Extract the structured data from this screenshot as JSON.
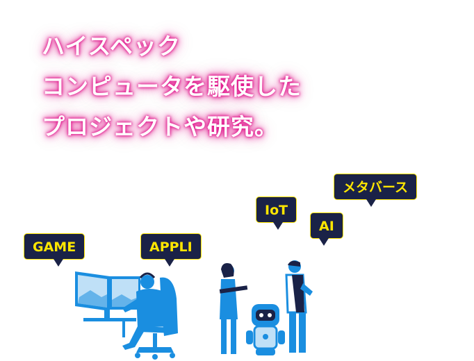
{
  "headline": {
    "lines": [
      "ハイスペック",
      "コンピュータを駆使した",
      "プロジェクトや研究。"
    ],
    "glow_color": "#e0168c"
  },
  "bubbles": [
    {
      "key": "game",
      "label": "GAME"
    },
    {
      "key": "appli",
      "label": "APPLI"
    },
    {
      "key": "iot",
      "label": "IoT"
    },
    {
      "key": "ai",
      "label": "AI"
    },
    {
      "key": "metaverse",
      "label": "メタバース"
    }
  ],
  "colors": {
    "bubble_bg": "#1a2247",
    "bubble_text": "#ffe600",
    "figure_blue": "#1a8ee0",
    "figure_light": "#bfe0f7"
  }
}
